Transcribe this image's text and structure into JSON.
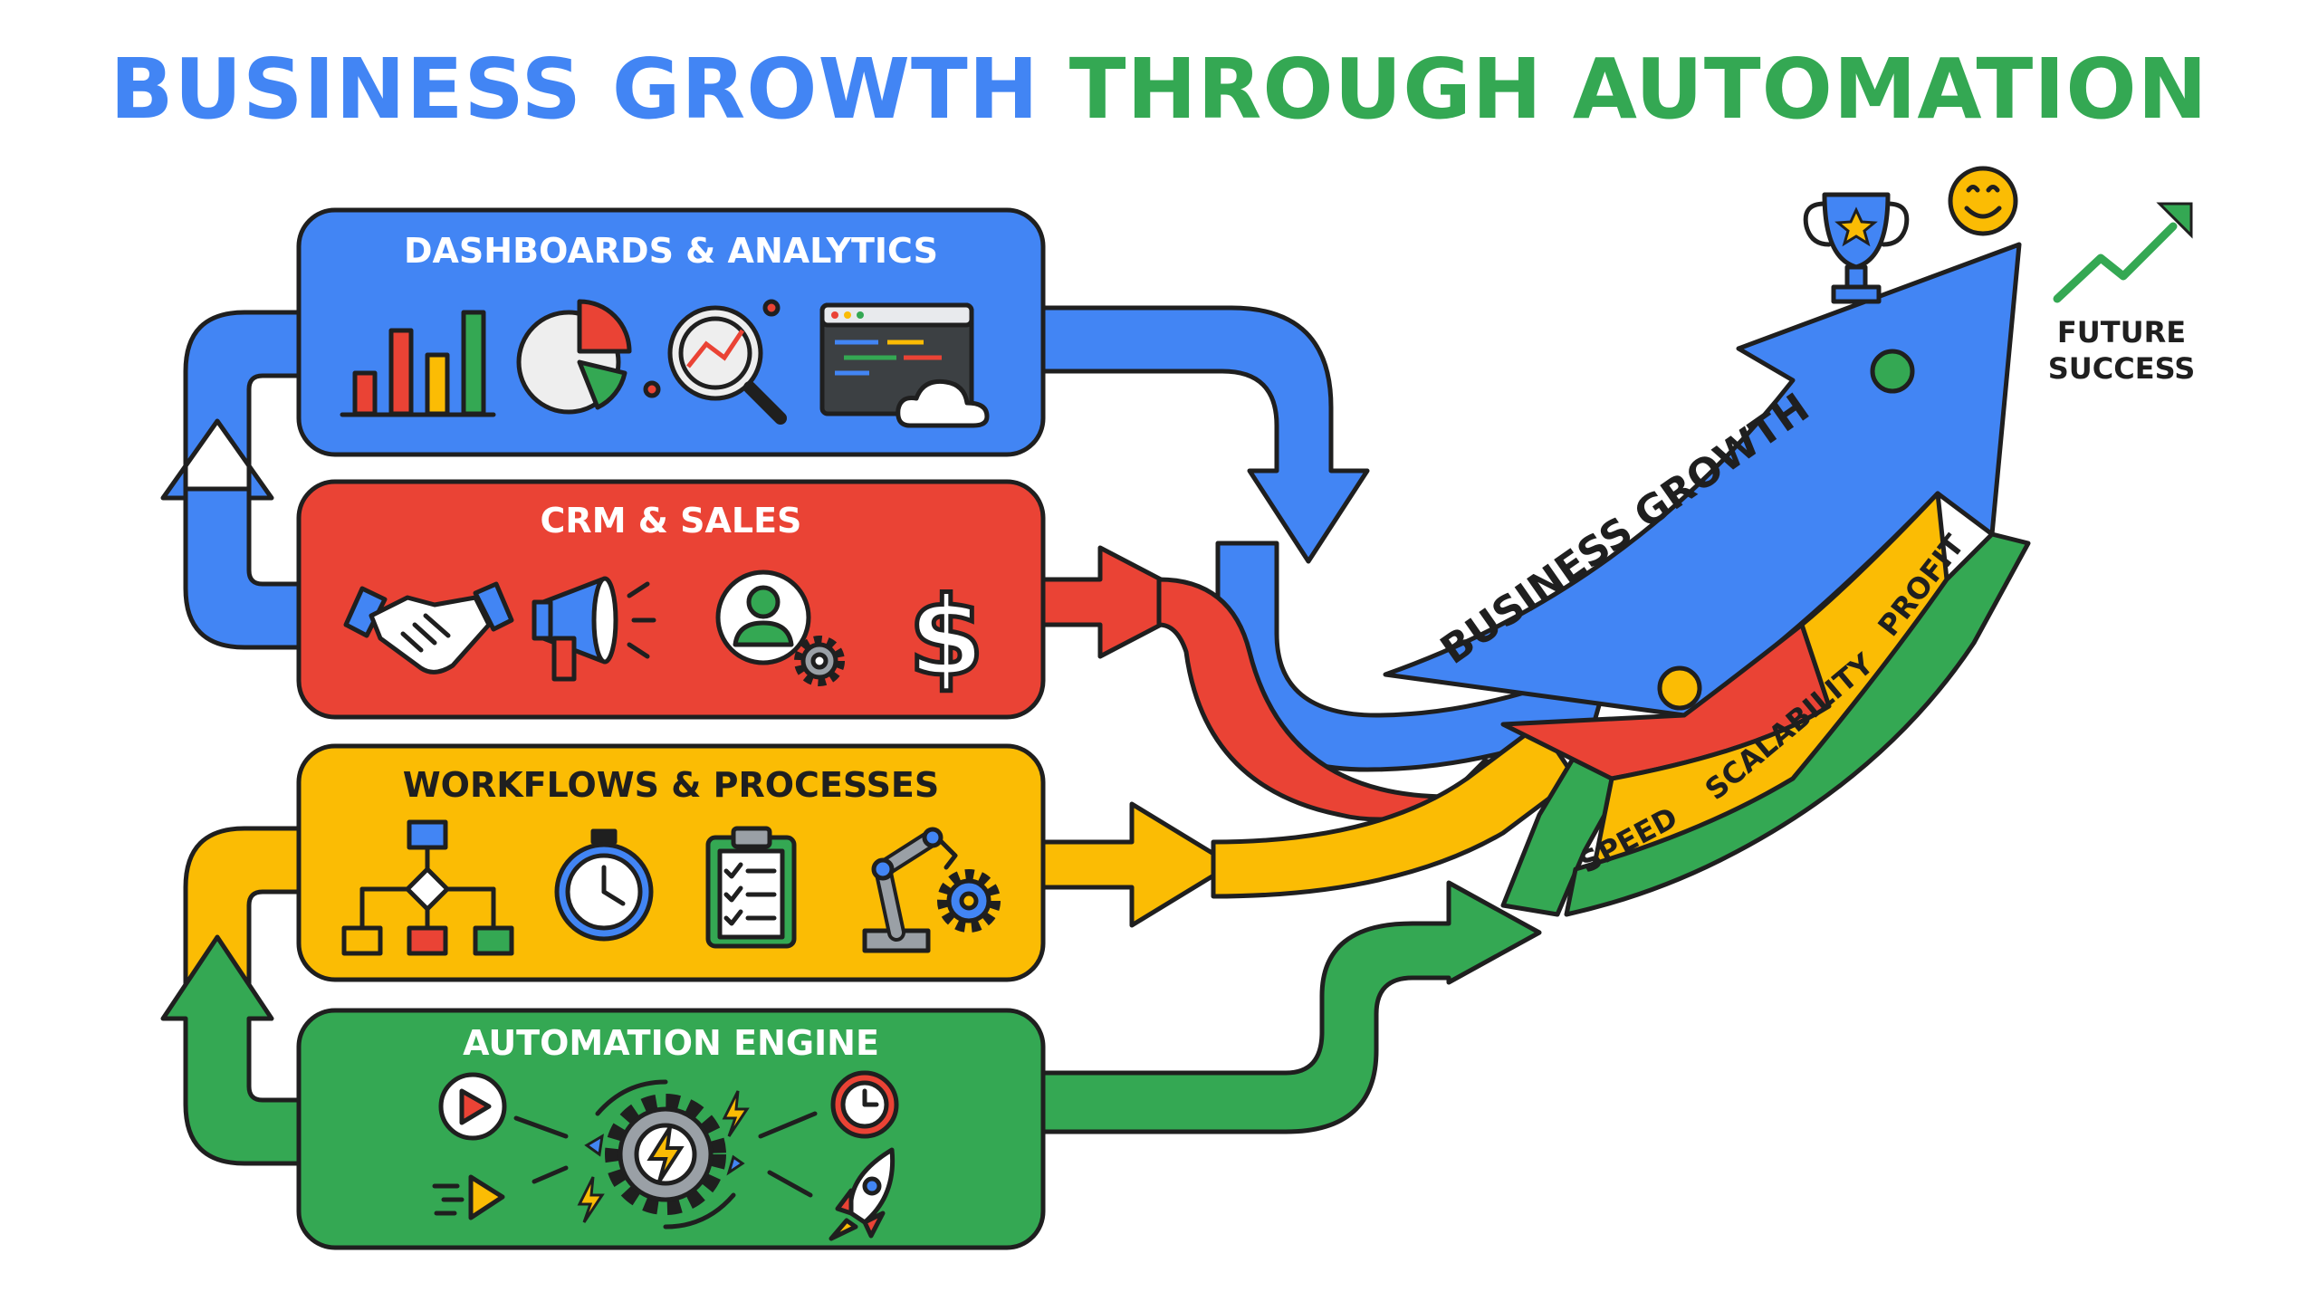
{
  "title": {
    "part1": "BUSINESS GROWTH",
    "part2": "THROUGH AUTOMATION",
    "color1": "#4285F4",
    "color2": "#34A853"
  },
  "colors": {
    "blue": "#4285F4",
    "red": "#EA4335",
    "yellow": "#FBBC04",
    "green": "#34A853",
    "outline": "#1f1f1f"
  },
  "panels": [
    {
      "id": "dashboards",
      "title": "DASHBOARDS & ANALYTICS",
      "color": "#4285F4",
      "icons": [
        "bar-chart-icon",
        "pie-chart-icon",
        "magnifier-graph-icon",
        "code-window-cloud-icon"
      ]
    },
    {
      "id": "crm",
      "title": "CRM & SALES",
      "color": "#EA4335",
      "icons": [
        "handshake-icon",
        "megaphone-icon",
        "user-gear-icon",
        "dollar-icon"
      ]
    },
    {
      "id": "workflows",
      "title": "WORKFLOWS & PROCESSES",
      "color": "#FBBC04",
      "icons": [
        "flowchart-icon",
        "stopwatch-icon",
        "clipboard-checklist-icon",
        "robot-arm-gear-icon"
      ]
    },
    {
      "id": "engine",
      "title": "AUTOMATION ENGINE",
      "color": "#34A853",
      "icons": [
        "play-icon",
        "gear-lightning-icon",
        "clock-icon",
        "speed-lines-icon",
        "rocket-icon"
      ]
    }
  ],
  "growth": {
    "arrow_label": "BUSINESS GROWTH",
    "benefits": [
      "SPEED",
      "SCALABILITY",
      "PROFIT"
    ],
    "future": [
      "FUTURE",
      "SUCCESS"
    ],
    "icons": [
      "trophy-icon",
      "smiley-icon",
      "trend-up-arrow-icon"
    ]
  }
}
